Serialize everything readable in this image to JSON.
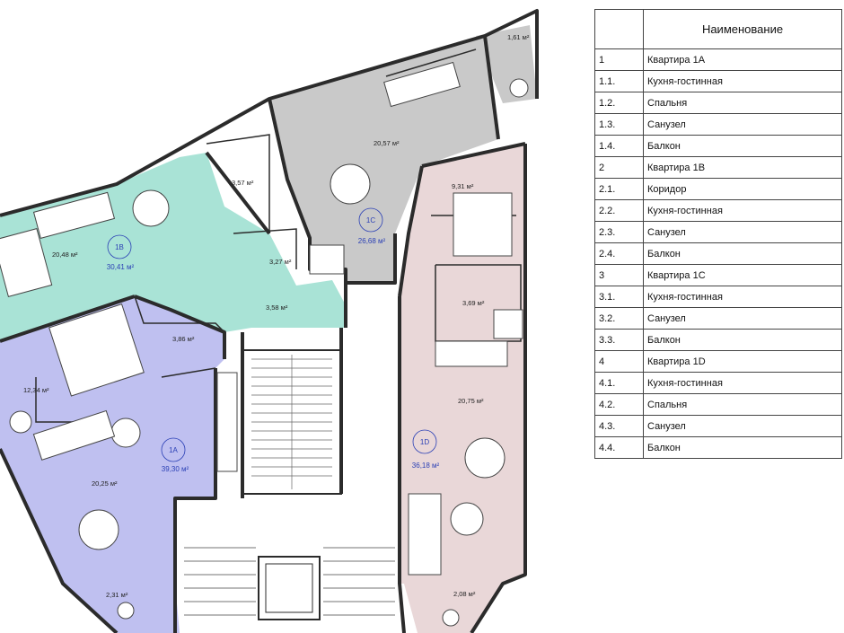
{
  "legend": {
    "header": "Наименование",
    "rows": [
      {
        "num": "1",
        "name": "Квартира 1А"
      },
      {
        "num": "1.1.",
        "name": "Кухня-гостинная"
      },
      {
        "num": "1.2.",
        "name": "Спальня"
      },
      {
        "num": "1.3.",
        "name": "Санузел"
      },
      {
        "num": "1.4.",
        "name": "Балкон"
      },
      {
        "num": "2",
        "name": "Квартира 1В"
      },
      {
        "num": "2.1.",
        "name": "Коридор"
      },
      {
        "num": "2.2.",
        "name": "Кухня-гостинная"
      },
      {
        "num": "2.3.",
        "name": "Санузел"
      },
      {
        "num": "2.4.",
        "name": "Балкон"
      },
      {
        "num": "3",
        "name": "Квартира 1С"
      },
      {
        "num": "3.1.",
        "name": "Кухня-гостинная"
      },
      {
        "num": "3.2.",
        "name": "Санузел"
      },
      {
        "num": "3.3.",
        "name": "Балкон"
      },
      {
        "num": "4",
        "name": "Квартира 1D"
      },
      {
        "num": "4.1.",
        "name": "Кухня-гостинная"
      },
      {
        "num": "4.2.",
        "name": "Спальня"
      },
      {
        "num": "4.3.",
        "name": "Санузел"
      },
      {
        "num": "4.4.",
        "name": "Балкон"
      }
    ]
  },
  "colors": {
    "apt_1a": "#bfc0f0",
    "apt_1b": "#a9e3d6",
    "apt_1c": "#c9c9c9",
    "apt_1d": "#e9d7d8",
    "wall": "#2b2b2b",
    "label_blue": "#2a3fb5"
  },
  "plan": {
    "apartments": [
      {
        "id": "1B",
        "area": "30,41 м²"
      },
      {
        "id": "1C",
        "area": "26,68 м²"
      },
      {
        "id": "1A",
        "area": "39,30 м²"
      },
      {
        "id": "1D",
        "area": "36,18 м²"
      }
    ],
    "rooms": [
      "1,61 м²",
      "20,57 м²",
      "3,57 м²",
      "9,31 м²",
      "20,48 м²",
      "3,27 м²",
      "3,58 м²",
      "3,69 м²",
      "3,86 м²",
      "12,34 м²",
      "20,75 м²",
      "20,25 м²",
      "2,31 м²",
      "2,08 м²"
    ]
  }
}
